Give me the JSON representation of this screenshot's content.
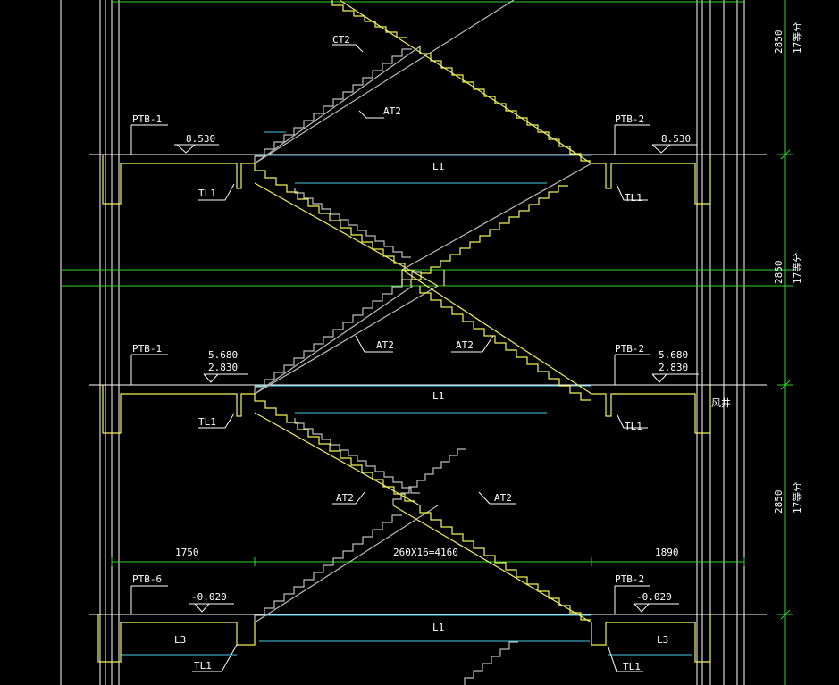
{
  "colors": {
    "background": "#000000",
    "structure": "#f2f25a",
    "stairs_back": "#bdbdbd",
    "beam_cyan": "#49c8e6",
    "grid_green": "#2fd52f",
    "text": "#ffffff",
    "leader": "#ffffff"
  },
  "labels": {
    "ct2": "CT2",
    "at2_top": "AT2",
    "l1_top": "L1",
    "ptb1_top": "PTB-1",
    "ptb2_top": "PTB-2",
    "elev_top_left": "8.530",
    "elev_top_right": "8.530",
    "tl1_top_left": "TL1",
    "tl1_top_right": "TL1",
    "at2_mid_left": "AT2",
    "at2_mid_right": "AT2",
    "ptb1_mid": "PTB-1",
    "ptb2_mid": "PTB-2",
    "elev_mid_left_a": "5.680",
    "elev_mid_left_b": "2.830",
    "elev_mid_right_a": "5.680",
    "elev_mid_right_b": "2.830",
    "l1_mid": "L1",
    "fengjing": "风井",
    "tl1_mid_left": "TL1",
    "tl1_mid_right": "TL1",
    "at2_low_left": "AT2",
    "at2_low_right": "AT2",
    "dim_left": "1750",
    "dim_center": "260X16=4160",
    "dim_right": "1890",
    "ptb6": "PTB-6",
    "ptb2_low": "PTB-2",
    "elev_low_left": "-0.020",
    "elev_low_right": "-0.020",
    "l3_left": "L3",
    "l1_low": "L1",
    "l3_right": "L3",
    "tl1_low_left": "TL1",
    "tl1_low_right": "TL1"
  },
  "right_dimensions": [
    {
      "value": "2850",
      "note": "17等分"
    },
    {
      "value": "2850",
      "note": "17等分"
    },
    {
      "value": "2850",
      "note": "17等分"
    }
  ]
}
